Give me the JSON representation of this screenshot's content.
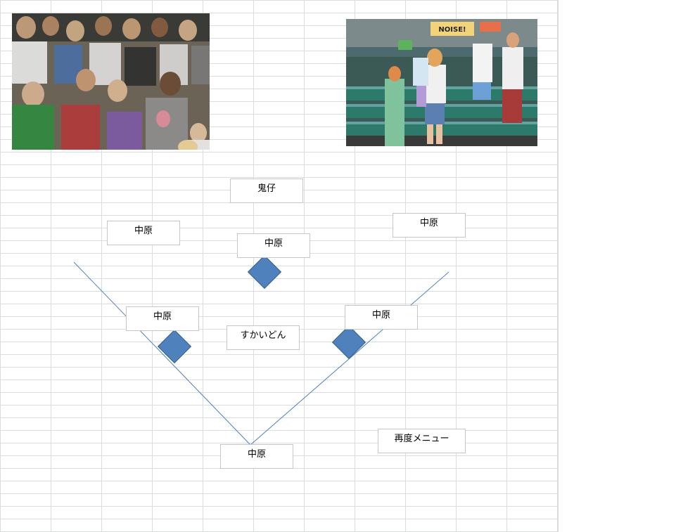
{
  "field": {
    "center_fielder": "鬼仔",
    "left_fielder": "中原",
    "right_fielder": "中原",
    "second_base": "中原",
    "third_base": "中原",
    "first_base": "中原",
    "pitcher": "すかいどん",
    "catcher": "中原"
  },
  "menu": {
    "retry_label": "再度メニュー"
  },
  "photos": {
    "left": "crowd-photo",
    "right": "game-stands-photo",
    "right_sign": "NOISE!"
  },
  "colors": {
    "base": "#4f81bd",
    "foul_line": "#4f81bd",
    "grid": "#dadcdd"
  }
}
